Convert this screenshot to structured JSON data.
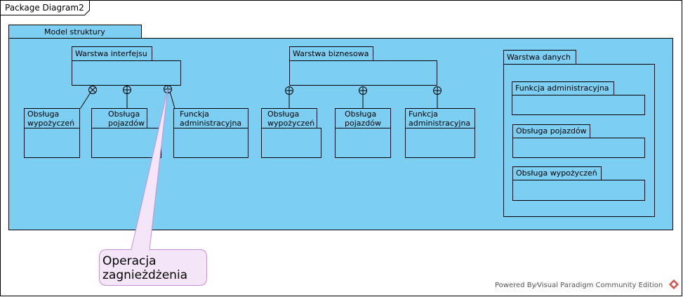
{
  "frame": {
    "title": "Package Diagram2"
  },
  "model": {
    "title": "Model struktury"
  },
  "packages": {
    "interface_layer": "Warstwa interfejsu",
    "business_layer": "Warstwa biznesowa",
    "data_layer": "Warstwa danych",
    "iface_rentals": "Obsługa wypożyczeń",
    "iface_vehicles": "Obsługa pojazdów",
    "iface_admin": "Funckja administracyjna",
    "biz_rentals": "Obsługa wypożyczeń",
    "biz_vehicles": "Obsługa pojazdów",
    "biz_admin": "Funkcja administracyjna",
    "data_admin": "Funkcja administracyjna",
    "data_vehicles": "Obsługa pojazdów",
    "data_rentals": "Obsługa wypożyczeń"
  },
  "note": {
    "text": "Operacja zagnieżdżenia"
  },
  "footer": {
    "text": "Powered By⁄Visual Paradigm Community Edition"
  },
  "colors": {
    "package_fill": "#7ccff3",
    "note_fill": "#f4e6f8",
    "note_border": "#c98fd4",
    "line": "#000000",
    "logo": "#d9534f"
  }
}
